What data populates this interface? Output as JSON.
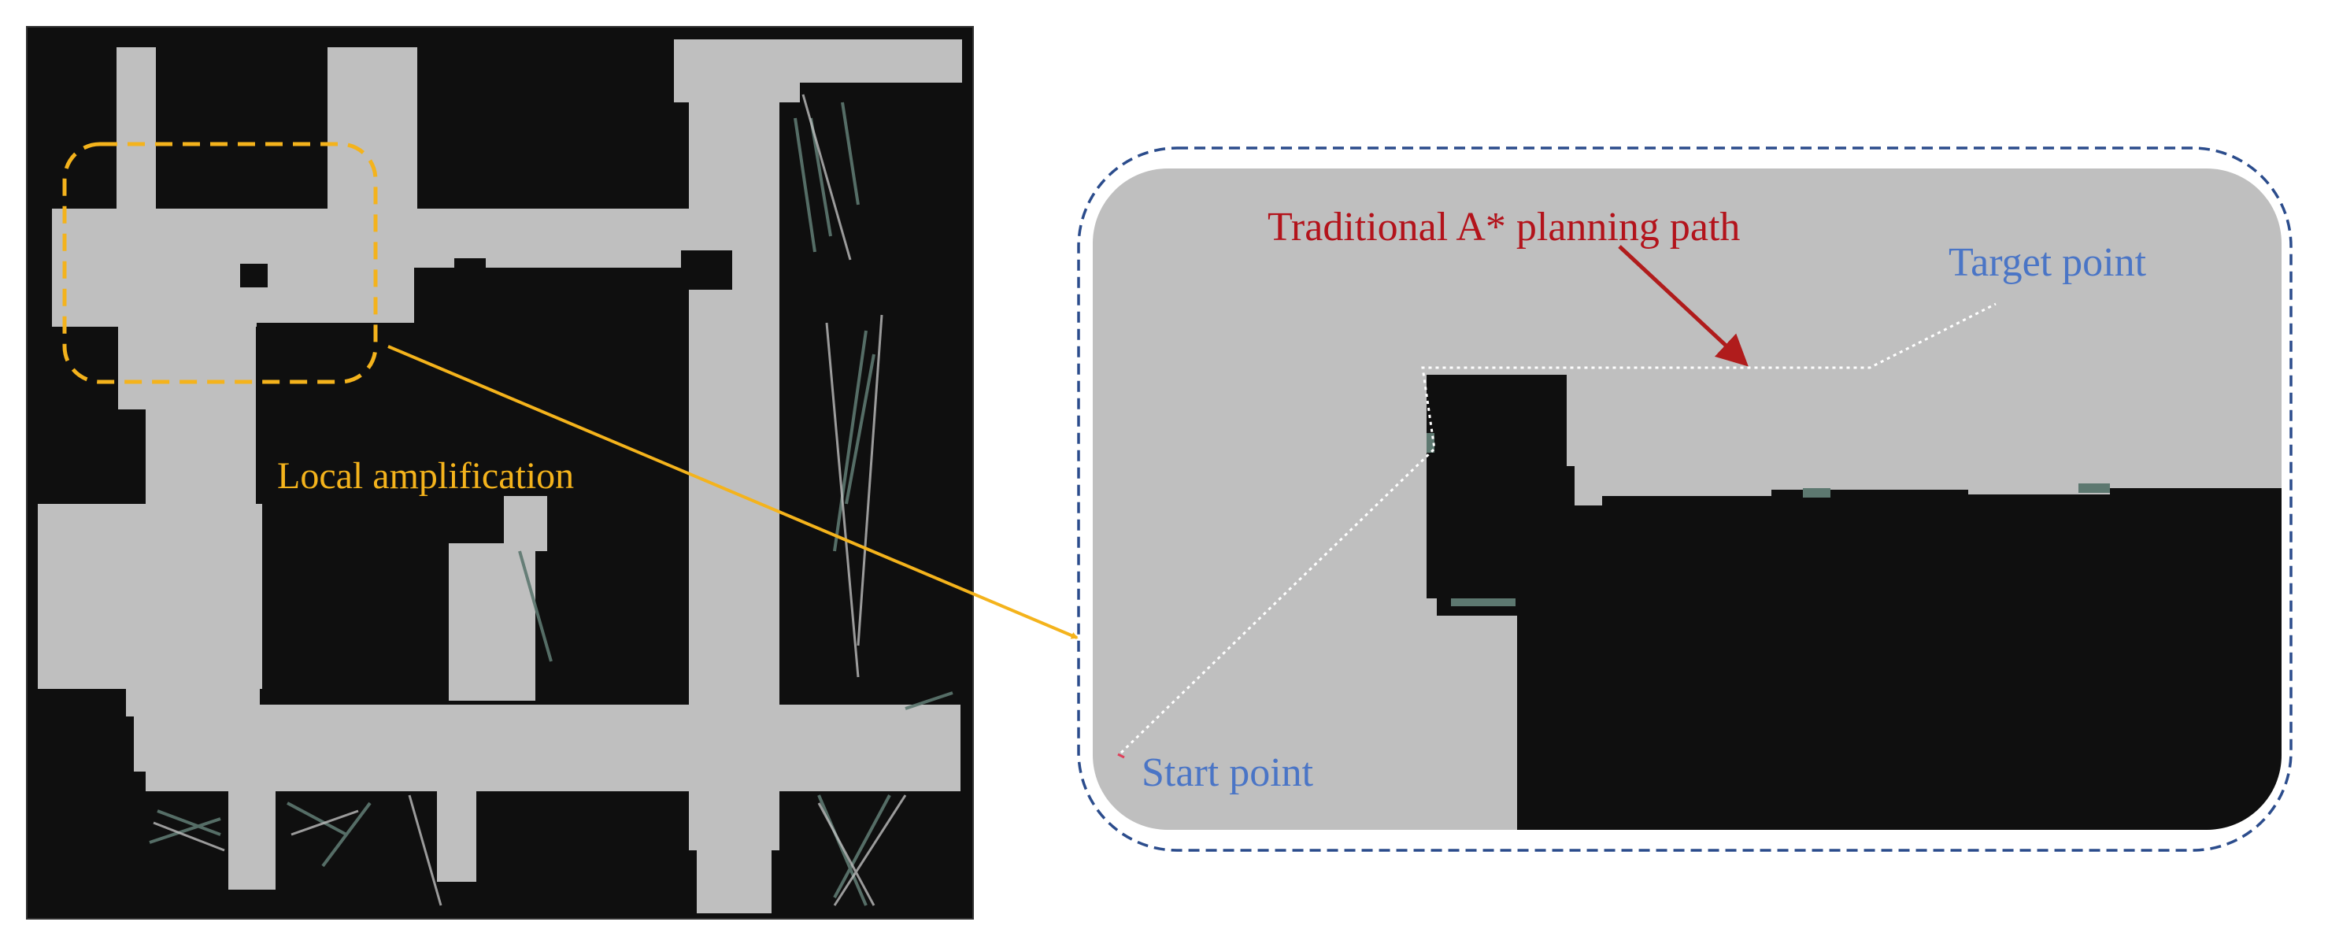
{
  "labels": {
    "local_amplification": "Local amplification",
    "traditional_path": "Traditional A* planning path",
    "target_point": "Target point",
    "start_point": "Start point"
  },
  "colors": {
    "background": "#ffffff",
    "map_obstacle": "#0f0f0f",
    "map_free": "#bfbfbf",
    "map_unknown": "#5d7870",
    "roi_box": "#f4b31c",
    "zoom_arrow": "#f4b31c",
    "zoom_frame": "#2b4c8c",
    "path_label": "#b3131b",
    "path_arrow": "#b01c1c",
    "point_labels": "#4a75c6",
    "path_line": "#ffffff"
  }
}
